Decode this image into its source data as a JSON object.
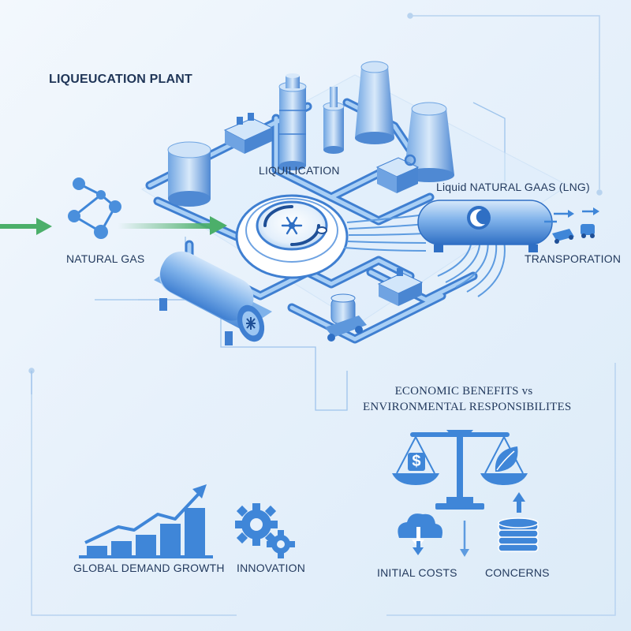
{
  "title": "LIQUEUCATION PLANT",
  "labels": {
    "natural_gas": "NATURAL GAS",
    "liquilication": "LIQUILICATION",
    "lng": "Liquid NATURAL GAAS (LNG)",
    "transportation": "TRANSPORATION",
    "economic_line1": "ECONOMIC BENEFITS vs",
    "economic_line2": "ENVIRONMENTAL RESPONSIBILITES",
    "initial_costs": "INITIAL COSTS",
    "concerns": "CONCERNS",
    "global_demand": "GLOBAL DEMAND GROWTH",
    "innovation": "INNOVATION"
  },
  "symbols": {
    "dollar": "$"
  },
  "icons": {
    "molecule": "molecule-icon",
    "snowflake": "snowflake-icon",
    "moon": "crescent-moon-icon",
    "scale": "balance-scale-icon",
    "leaf": "leaf-icon",
    "cloud": "cloud-download-icon",
    "coins": "coin-stack-icon",
    "growth": "bar-chart-growth-icon",
    "gears": "gears-icon",
    "truck": "truck-icon"
  },
  "colors": {
    "ink": "#233a5e",
    "pipe_dark": "#3f7fd1",
    "pipe_light": "#9cc6f2",
    "icon_blue": "#3f86d8",
    "arrow_green": "#4caf6a",
    "line": "#8ab7e6"
  }
}
